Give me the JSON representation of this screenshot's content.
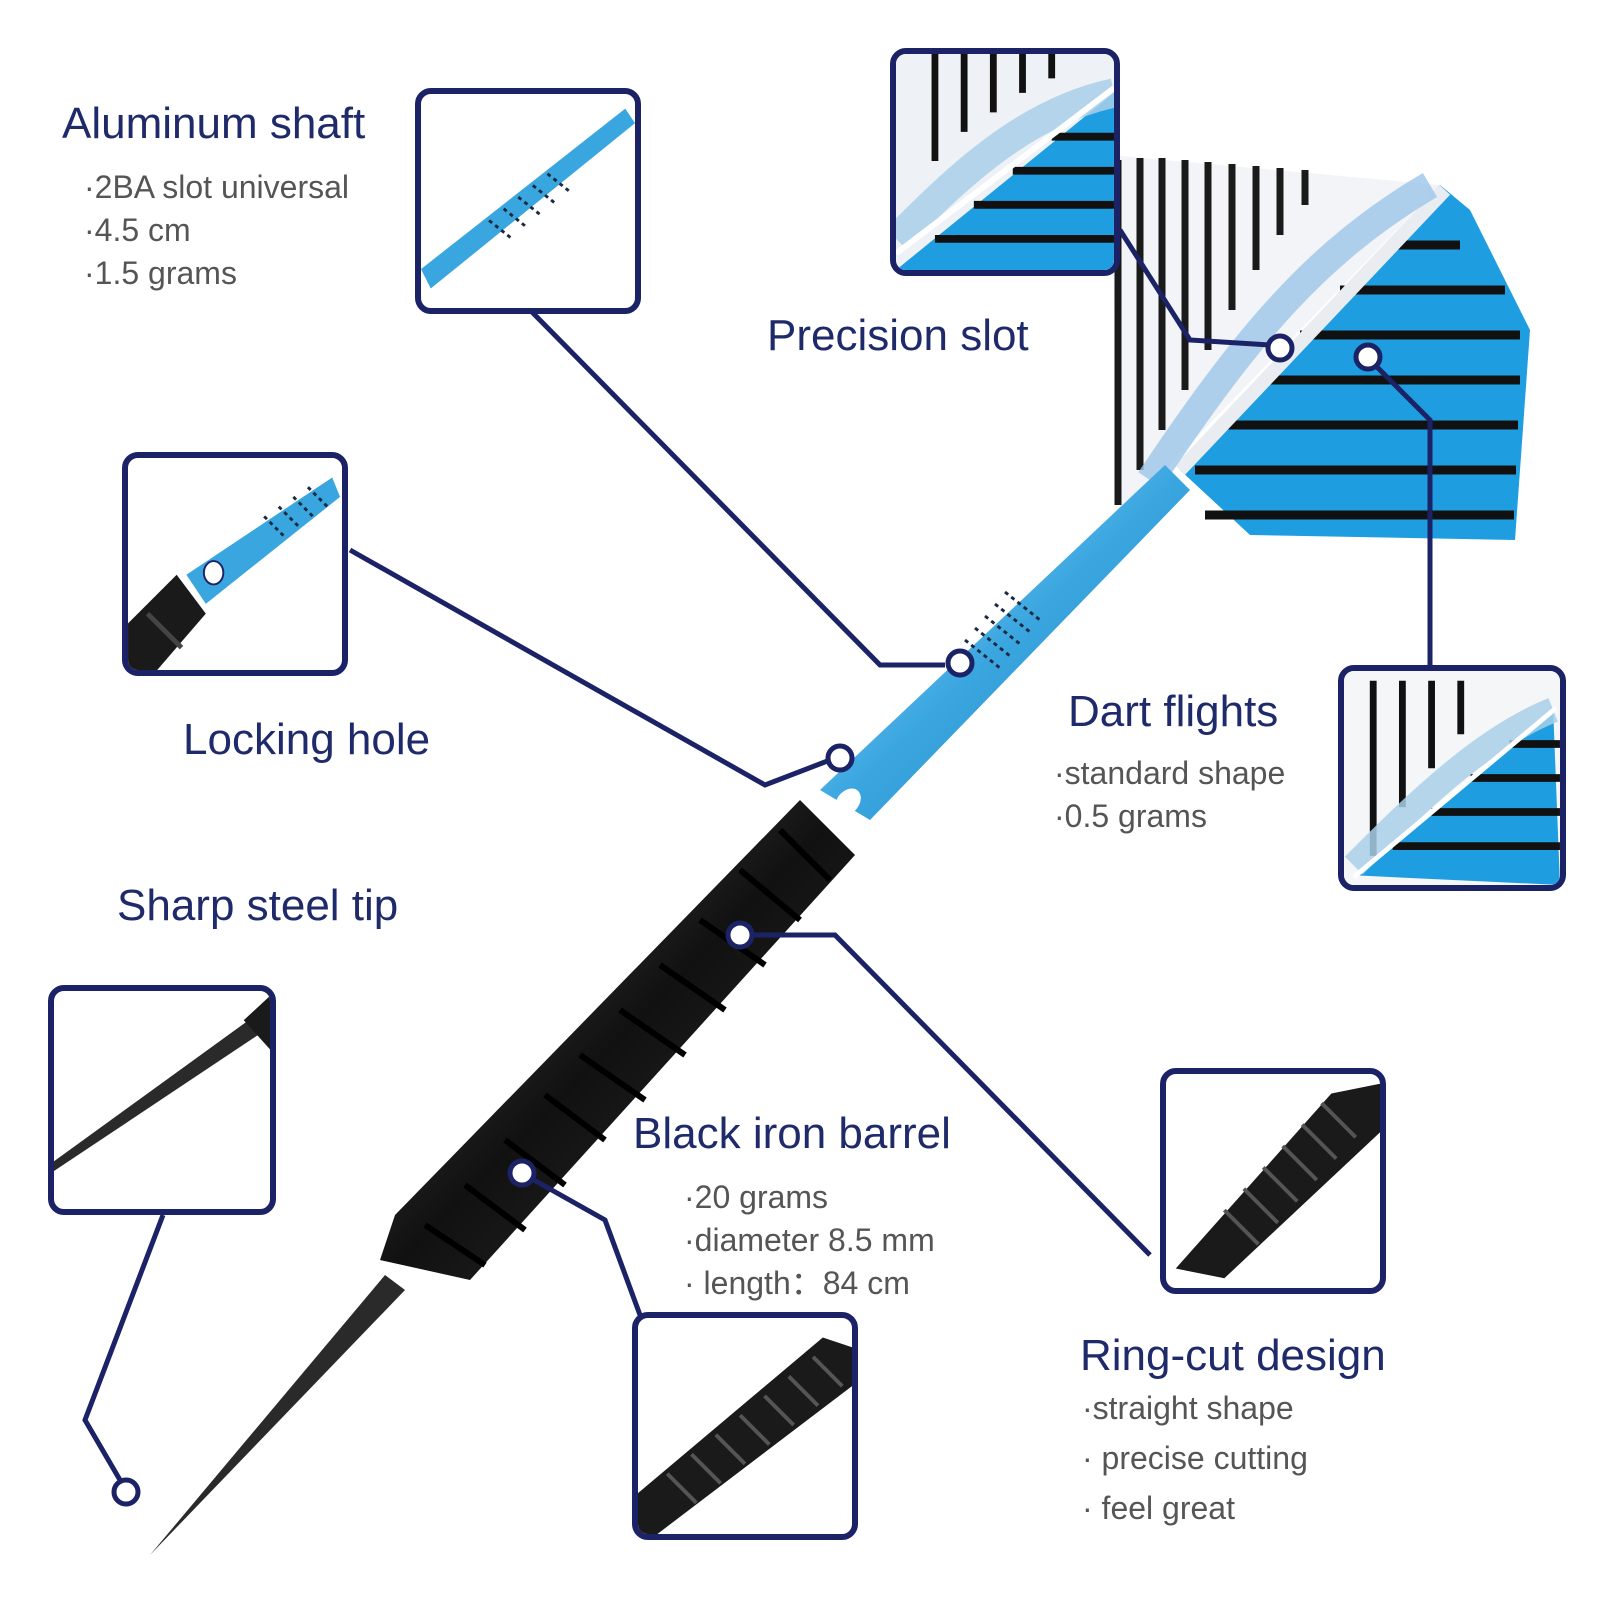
{
  "colors": {
    "title": "#1f2a6b",
    "text": "#555555",
    "frame": "#1b2266",
    "shaft_blue": "#3aa6e0",
    "flight_blue": "#1e9ee0",
    "barrel_black": "#1a1a1a"
  },
  "labels": {
    "aluminum_shaft": {
      "title": "Aluminum shaft",
      "bullets": [
        "·2BA slot universal",
        "·4.5 cm",
        "·1.5 grams"
      ]
    },
    "precision_slot": {
      "title": "Precision slot"
    },
    "locking_hole": {
      "title": "Locking hole"
    },
    "dart_flights": {
      "title": "Dart flights",
      "bullets": [
        "·standard shape",
        "·0.5 grams"
      ]
    },
    "sharp_steel_tip": {
      "title": "Sharp steel tip"
    },
    "black_iron_barrel": {
      "title": "Black iron barrel",
      "bullets": [
        "·20 grams",
        "·diameter 8.5 mm",
        "· length：84 cm"
      ]
    },
    "ring_cut_design": {
      "title": "Ring-cut design",
      "bullets": [
        "·straight shape",
        "· precise cutting",
        "· feel great"
      ]
    }
  }
}
